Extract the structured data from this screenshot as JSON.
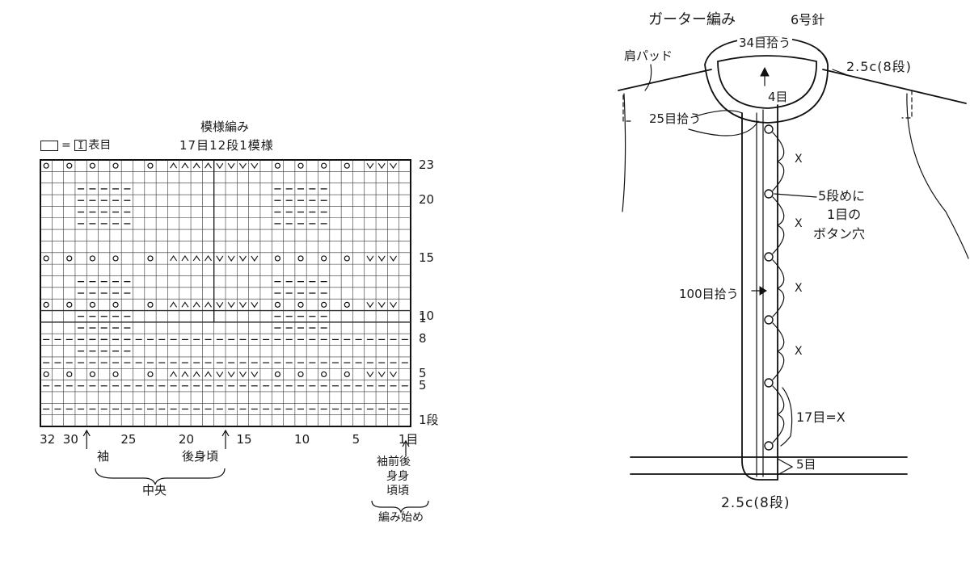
{
  "left": {
    "title": "模様編み",
    "repeat": "17目12段1模様",
    "legend": {
      "equals": "=",
      "symbol": "I",
      "text": "表目"
    },
    "grid": {
      "cols": 32,
      "rows": 23
    },
    "row_labels": [
      {
        "text": "23",
        "row": 23
      },
      {
        "text": "20",
        "row": 20
      },
      {
        "text": "15",
        "row": 15
      },
      {
        "text": "10",
        "row": 10
      },
      {
        "text": "5",
        "row": 5
      },
      {
        "text": "1",
        "row": 9
      },
      {
        "text": "8",
        "row": 8
      },
      {
        "text": "5",
        "row": 4
      },
      {
        "text": "1段",
        "row": 1
      }
    ],
    "col_labels": [
      {
        "text": "32",
        "col": 32
      },
      {
        "text": "30",
        "col": 30
      },
      {
        "text": "25",
        "col": 25
      },
      {
        "text": "20",
        "col": 20
      },
      {
        "text": "15",
        "col": 15
      },
      {
        "text": "10",
        "col": 10
      },
      {
        "text": "5",
        "col": 5
      },
      {
        "text": "1目",
        "col": 1
      }
    ],
    "sleeve": "袖",
    "back_neck": "後身頃",
    "center": "中央",
    "start_cols": "袖前後",
    "start_body": "身身",
    "start_neck": "頃頃",
    "start_label": "編み始め"
  },
  "right": {
    "top_title": "ガーター編み",
    "needle": "6号針",
    "neck_pickup": "34目拾う",
    "shoulder_pad": "肩パッド",
    "width_top": "2.5c(8段)",
    "side_pickup": "25目拾う",
    "four_st": "4目",
    "x_mark": "X",
    "buttonhole_1": "5段めに",
    "buttonhole_2": "1目の",
    "buttonhole_3": "ボタン穴",
    "front_pickup": "100目拾う",
    "x_def": "17目=X",
    "five_st": "5目",
    "width_bottom": "2.5c(8段)"
  }
}
